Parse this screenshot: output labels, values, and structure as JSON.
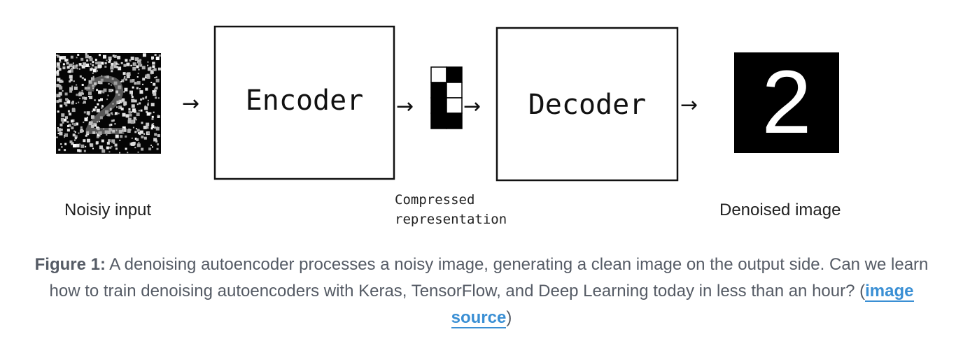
{
  "diagram": {
    "encoder_label": "Encoder",
    "decoder_label": "Decoder",
    "noisy_input_label": "Noisiy input",
    "compressed_label_line1": "Compressed",
    "compressed_label_line2": "representation",
    "denoised_label": "Denoised image",
    "output_digit": "2",
    "latent_cells": [
      1,
      0,
      0,
      1,
      0,
      1,
      0,
      0
    ],
    "arrow_glyph": "→"
  },
  "caption": {
    "figure_label": "Figure 1:",
    "text_before_link": "A denoising autoencoder processes a noisy image, generating a clean image on the output side. Can we learn how to train denoising autoencoders with Keras, TensorFlow, and Deep Learning today in less than an hour? (",
    "link_text": "image source",
    "text_after_link": ")"
  }
}
